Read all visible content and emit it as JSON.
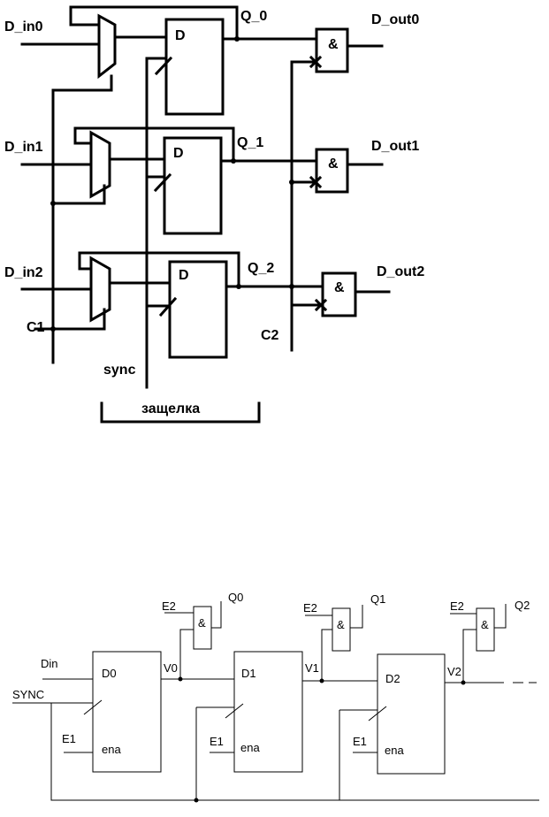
{
  "top": {
    "inputs": [
      "D_in0",
      "D_in1",
      "D_in2"
    ],
    "outputs": [
      "D_out0",
      "D_out1",
      "D_out2"
    ],
    "q": [
      "Q_0",
      "Q_1",
      "Q_2"
    ],
    "d": "D",
    "and": "&",
    "c1": "C1",
    "c2": "C2",
    "sync": "sync",
    "latch": "защелка"
  },
  "bottom": {
    "din": "Din",
    "sync": "SYNC",
    "e1": "E1",
    "e2": "E2",
    "ena": "ena",
    "and": "&",
    "d": [
      "D0",
      "D1",
      "D2"
    ],
    "v": [
      "V0",
      "V1",
      "V2"
    ],
    "q": [
      "Q0",
      "Q1",
      "Q2"
    ]
  }
}
